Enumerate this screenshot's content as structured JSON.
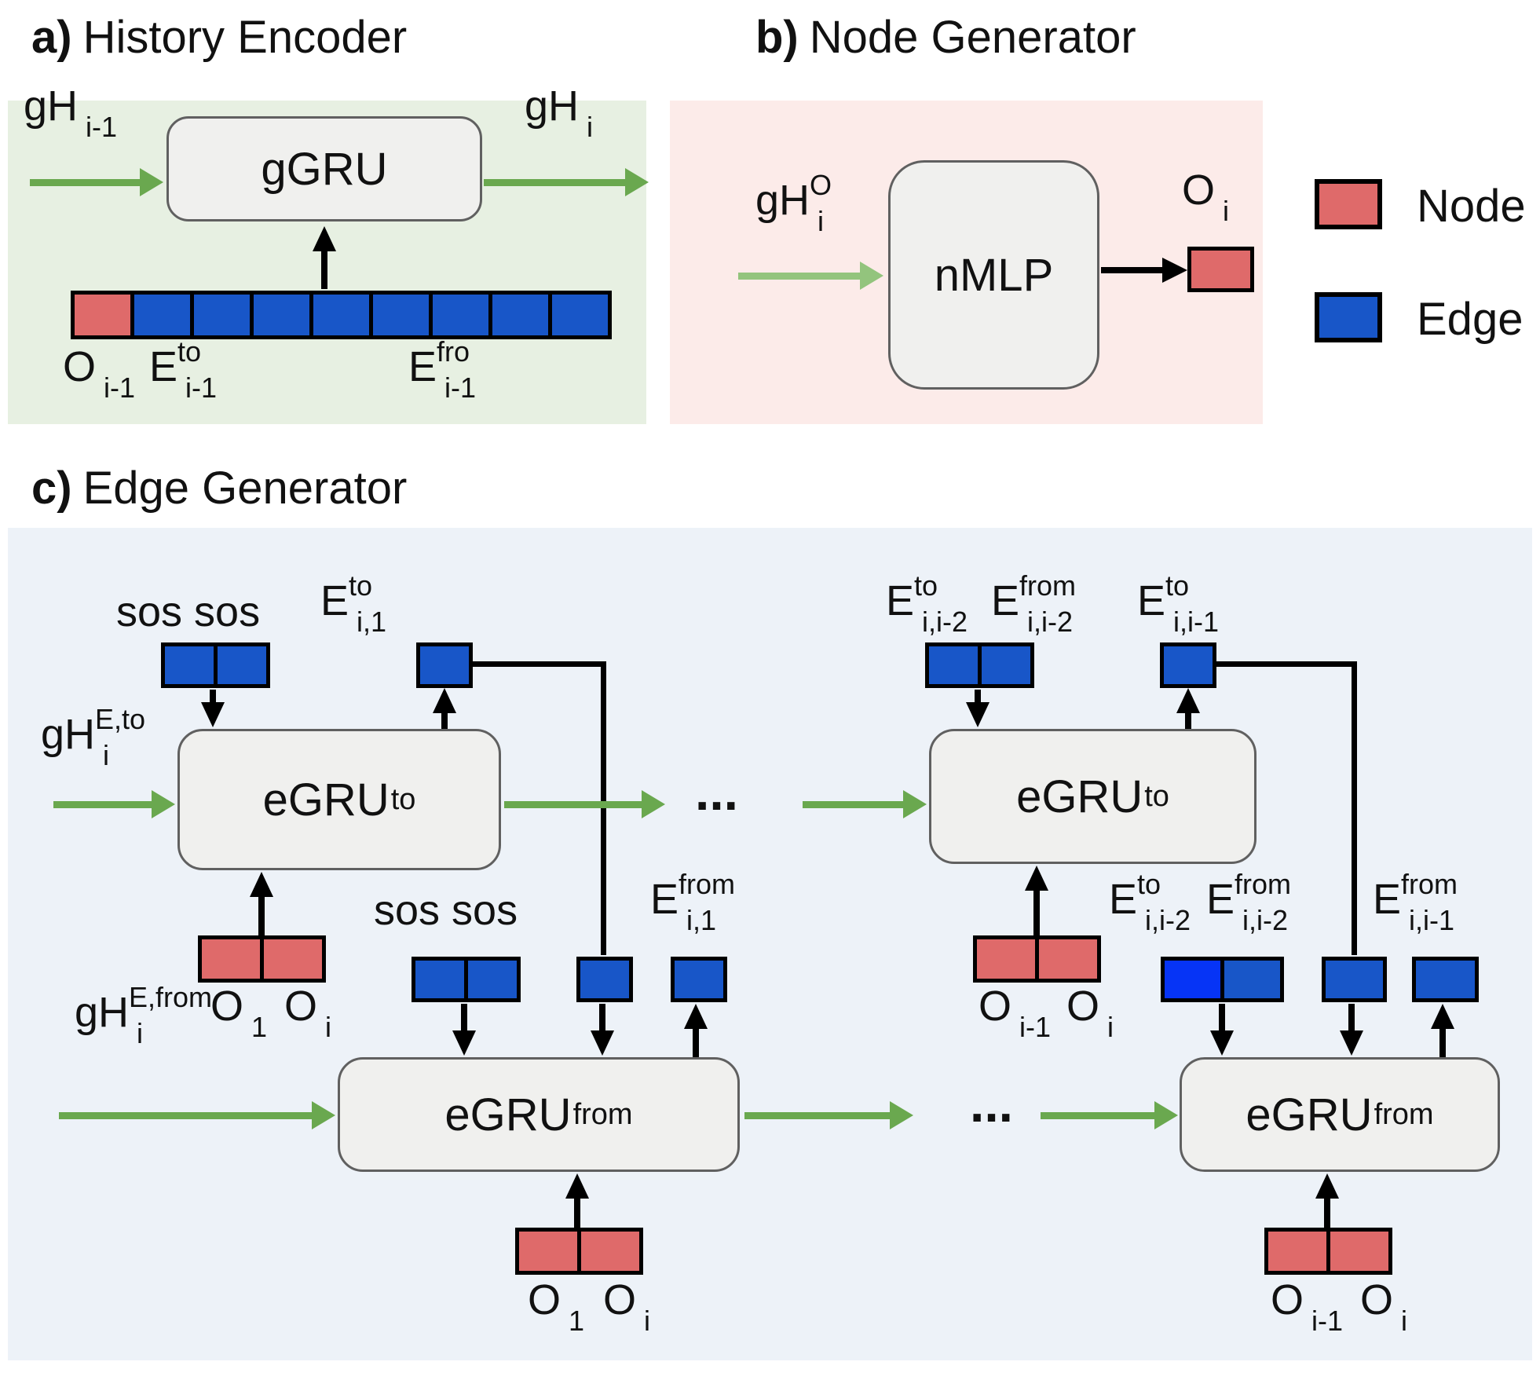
{
  "colors": {
    "node_red": "#df6a6a",
    "edge_blue": "#1856c8",
    "edge_blue_bright": "#0634f6",
    "green_dark": "#6aa84f",
    "green_light": "#93c47d",
    "panel_a_bg": "#e7f0e2",
    "panel_b_bg": "#fcebe9",
    "panel_c_bg": "#edf2f8",
    "box_fill": "#f0f0ee",
    "box_border": "#606060"
  },
  "legend": {
    "node_label": "Node",
    "edge_label": "Edge"
  },
  "panel_a": {
    "title_prefix": "a)",
    "title": "History Encoder",
    "gru_label": "gGRU",
    "input_label": {
      "main": "gH",
      "sub": "i-1"
    },
    "output_label": {
      "main": "gH",
      "sub": "i"
    },
    "history_bar": {
      "cells": [
        "node",
        "edge",
        "edge",
        "edge",
        "edge",
        "edge",
        "edge",
        "edge",
        "edge"
      ]
    },
    "bar_labels": [
      {
        "main": "O",
        "sub": "i-1"
      },
      {
        "main": "E",
        "sup": "to",
        "sub": "i-1"
      },
      {
        "main": "E",
        "sup": "fro",
        "sub": "i-1"
      }
    ]
  },
  "panel_b": {
    "title_prefix": "b)",
    "title": "Node Generator",
    "mlp_label": "nMLP",
    "input_label": {
      "main": "gH",
      "sup": "O",
      "sub": "i"
    },
    "output_label": {
      "main": "O",
      "sub": "i"
    }
  },
  "panel_c": {
    "title_prefix": "c)",
    "title": "Edge Generator",
    "dots": "...",
    "gru_to_label": {
      "main": "eGRU",
      "sup": "to"
    },
    "gru_from_label": {
      "main": "eGRU",
      "sup": "from"
    },
    "left_to": {
      "sos_label": "sos sos",
      "out_label": {
        "main": "E",
        "sup": "to",
        "sub": "i,1"
      },
      "h_label": {
        "main": "gH",
        "sup": "E,to",
        "sub": "i"
      },
      "o_labels": [
        {
          "main": "O",
          "sub": "1"
        },
        {
          "main": "O",
          "sub": "i"
        }
      ]
    },
    "right_to": {
      "in_labels": [
        {
          "main": "E",
          "sup": "to",
          "sub": "i,i-2"
        },
        {
          "main": "E",
          "sup": "from",
          "sub": "i,i-2"
        }
      ],
      "out_label": {
        "main": "E",
        "sup": "to",
        "sub": "i,i-1"
      },
      "o_labels": [
        {
          "main": "O",
          "sub": "i-1"
        },
        {
          "main": "O",
          "sub": "i"
        }
      ]
    },
    "left_from": {
      "sos_label": "sos sos",
      "out_label": {
        "main": "E",
        "sup": "from",
        "sub": "i,1"
      },
      "h_label": {
        "main": "gH",
        "sup": "E,from",
        "sub": "i"
      },
      "o_labels": [
        {
          "main": "O",
          "sub": "1"
        },
        {
          "main": "O",
          "sub": "i"
        }
      ]
    },
    "right_from": {
      "in_labels": [
        {
          "main": "E",
          "sup": "to",
          "sub": "i,i-2"
        },
        {
          "main": "E",
          "sup": "from",
          "sub": "i,i-2"
        },
        {
          "main": "E",
          "sup": "from",
          "sub": "i,i-1"
        }
      ],
      "o_labels": [
        {
          "main": "O",
          "sub": "i-1"
        },
        {
          "main": "O",
          "sub": "i"
        }
      ]
    }
  }
}
